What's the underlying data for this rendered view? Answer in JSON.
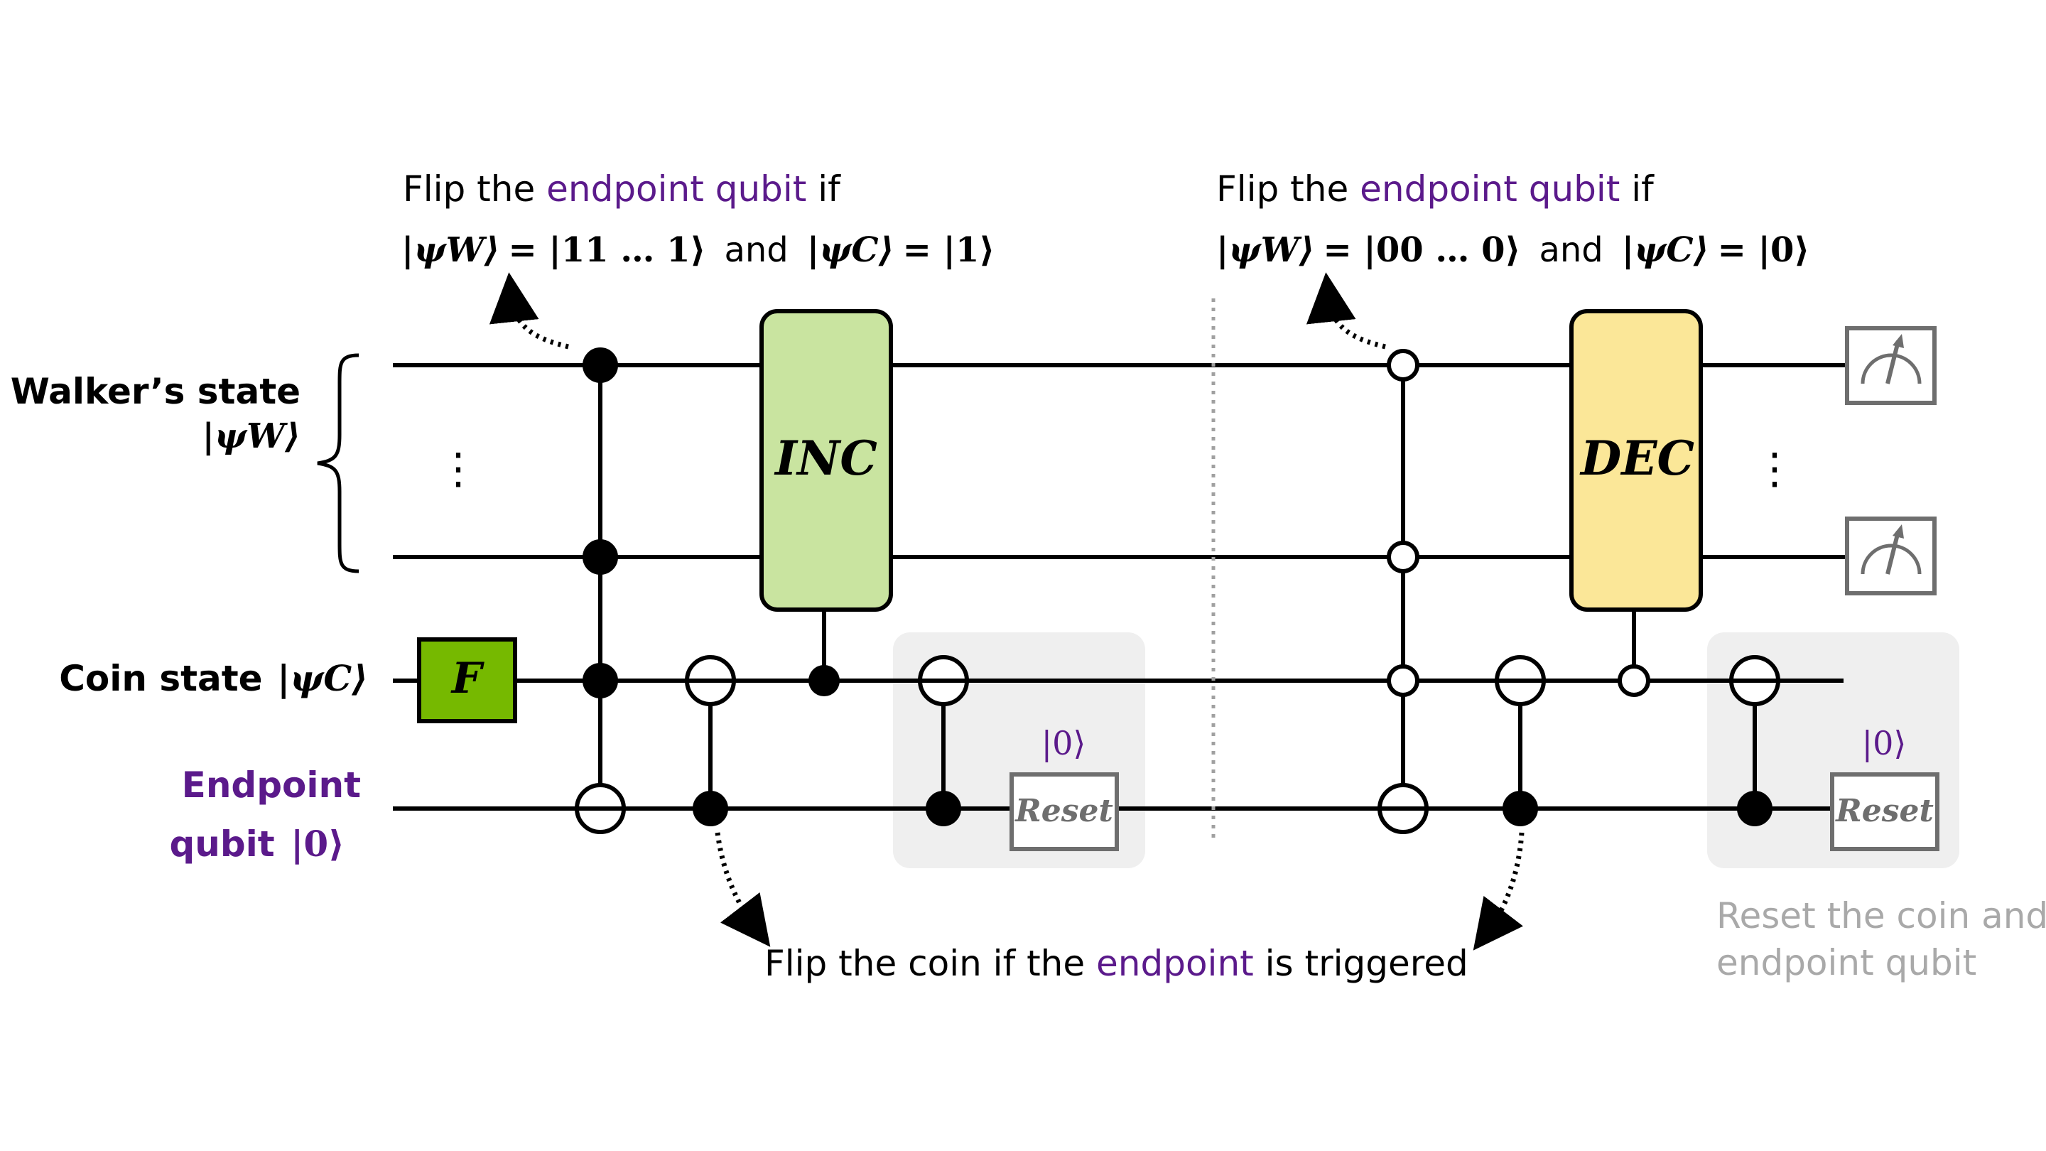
{
  "colors": {
    "wire": "#000000",
    "accent_purple": "#5b1a8b",
    "inc_fill": "#c9e4a0",
    "dec_fill": "#fbe798",
    "coin_gate_fill": "#76b900",
    "reset_panel": "#efefef",
    "gray_text": "#a9a9a9",
    "gray_box": "#6e6e6e",
    "divider": "#a0a0a0"
  },
  "labels": {
    "walker_title": "Walker’s state",
    "walker_ket": "|ψW⟩",
    "coin_label": "Coin state",
    "coin_ket": "|ψC⟩",
    "endpoint_line1": "Endpoint",
    "endpoint_line2": "qubit",
    "endpoint_ket": "|0⟩",
    "vdots": "⋮"
  },
  "gates": {
    "coin": "F",
    "inc": "INC",
    "dec": "DEC",
    "reset": "Reset",
    "reset_ket": "|0⟩"
  },
  "annotations": {
    "flip_prefix": "Flip the ",
    "flip_highlight": "endpoint qubit",
    "flip_suffix": " if",
    "left_condition": {
      "w_ket": "|ψW⟩",
      "w_value": "= |11 … 1⟩",
      "and": "and",
      "c_ket": "|ψC⟩",
      "c_value": "= |1⟩"
    },
    "right_condition": {
      "w_ket": "|ψW⟩",
      "w_value": "= |00 … 0⟩",
      "and": "and",
      "c_ket": "|ψC⟩",
      "c_value": "= |0⟩"
    },
    "bottom_prefix": "Flip the coin if the ",
    "bottom_highlight": "endpoint",
    "bottom_suffix": " is triggered",
    "reset_note_line1": "Reset the coin and",
    "reset_note_line2": "endpoint qubit"
  }
}
